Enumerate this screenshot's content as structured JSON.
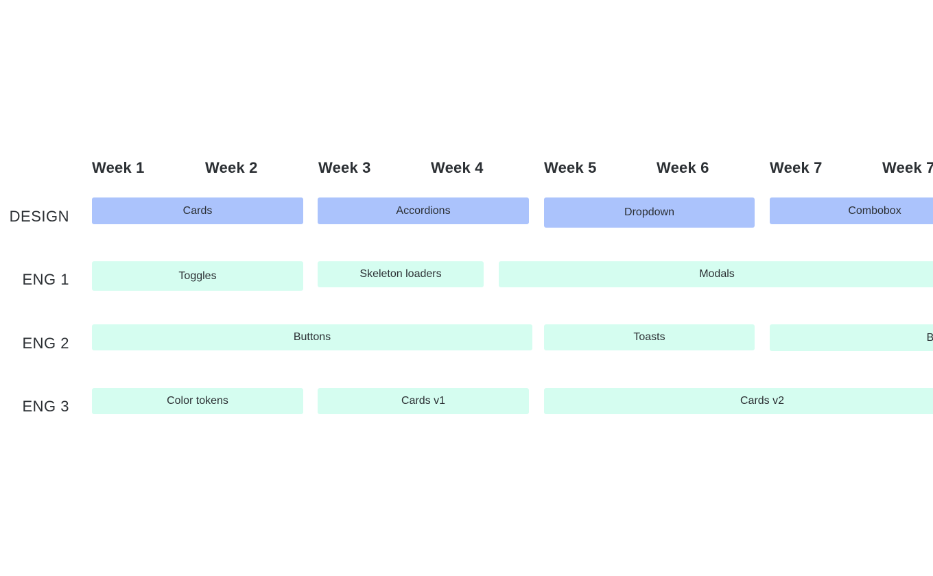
{
  "weeks": [
    "Week 1",
    "Week 2",
    "Week 3",
    "Week 4",
    "Week 5",
    "Week 6",
    "Week 7",
    "Week 7"
  ],
  "rows": [
    {
      "label": "DESIGN",
      "kind": "design",
      "tasks": [
        {
          "label": "Cards"
        },
        {
          "label": "Accordions"
        },
        {
          "label": "Dropdown"
        },
        {
          "label": "Combobox"
        }
      ]
    },
    {
      "label": "ENG 1",
      "kind": "eng",
      "tasks": [
        {
          "label": "Toggles"
        },
        {
          "label": "Skeleton loaders"
        },
        {
          "label": "Modals"
        }
      ]
    },
    {
      "label": "ENG 2",
      "kind": "eng",
      "tasks": [
        {
          "label": "Buttons"
        },
        {
          "label": "Toasts"
        },
        {
          "label": "B"
        }
      ]
    },
    {
      "label": "ENG 3",
      "kind": "eng",
      "tasks": [
        {
          "label": "Color tokens"
        },
        {
          "label": "Cards v1"
        },
        {
          "label": "Cards v2"
        }
      ]
    }
  ],
  "colors": {
    "design": "#abc3fc",
    "eng": "#d5fdf0",
    "text": "#2b2f33",
    "background": "#ffffff"
  }
}
